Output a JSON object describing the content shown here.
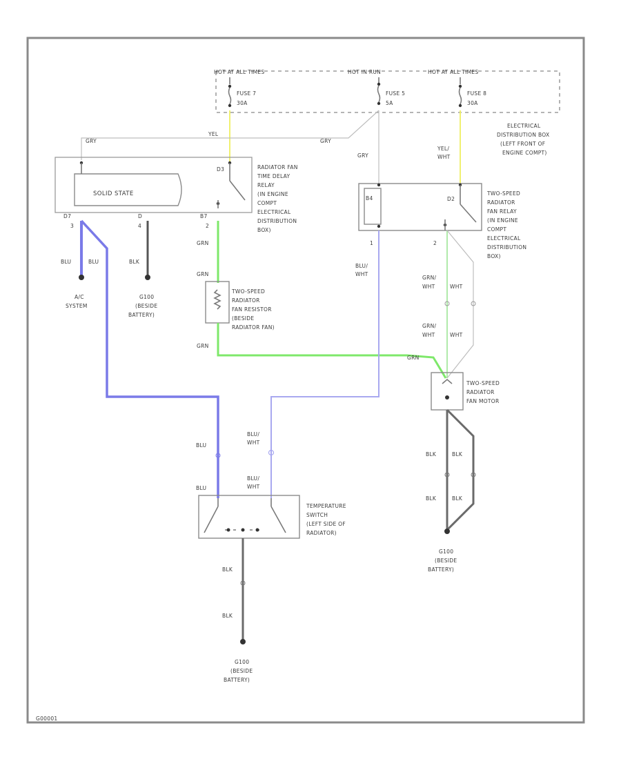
{
  "fuses": {
    "bus_left": "HOT AT ALL TIMES",
    "bus_mid": "HOT IN RUN",
    "bus_right": "HOT AT ALL TIMES",
    "fuse7_name": "FUSE 7",
    "fuse7_amps": "30A",
    "fuse5_name": "FUSE 5",
    "fuse5_amps": "5A",
    "fuse8_name": "FUSE 8",
    "fuse8_amps": "30A",
    "edb_label": [
      "ELECTRICAL",
      "DISTRIBUTION BOX",
      "(LEFT FRONT OF",
      "ENGINE COMPT)"
    ]
  },
  "wire_colors": {
    "yel": "YEL",
    "gry": "GRY",
    "yel_wht": [
      "YEL/",
      "WHT"
    ],
    "blu": "BLU",
    "blu_wht": [
      "BLU/",
      "WHT"
    ],
    "grn": "GRN",
    "grn_wht": [
      "GRN/",
      "WHT"
    ],
    "blk": "BLK"
  },
  "components": {
    "solid_state": "SOLID STATE",
    "delay_relay": [
      "RADIATOR FAN",
      "TIME DELAY",
      "RELAY",
      "(IN ENGINE",
      "COMPT",
      "ELECTRICAL",
      "DISTRIBUTION",
      "BOX)"
    ],
    "two_speed_relay": [
      "TWO-SPEED",
      "RADIATOR",
      "FAN RELAY",
      "(IN ENGINE",
      "COMPT",
      "ELECTRICAL",
      "DISTRIBUTION",
      "BOX)"
    ],
    "fan_resistor": [
      "TWO-SPEED",
      "RADIATOR",
      "FAN RESISTOR",
      "(BESIDE",
      "RADIATOR FAN)"
    ],
    "fan_motor": [
      "TWO-SPEED",
      "RADIATOR",
      "FAN MOTOR"
    ],
    "temp_switch": [
      "TEMPERATURE",
      "SWITCH",
      "(LEFT SIDE OF",
      "RADIATOR)"
    ],
    "ac_system": [
      "A/C",
      "SYSTEM"
    ],
    "ground_g100_left": [
      "G100",
      "(BESIDE",
      "BATTERY)"
    ],
    "ground_g100_bottom": [
      "G100",
      "(BESIDE",
      "BATTERY)"
    ],
    "ground_g100_right": [
      "G100",
      "(BESIDE",
      "BATTERY)"
    ]
  },
  "pins": {
    "p_d7": "D7",
    "p_3": "3",
    "p_d_left": "D",
    "p_4": "4",
    "p_d3": "D3",
    "p_b7": "B7",
    "p_2a": "2",
    "p_b4": "B4",
    "p_1": "1",
    "p_d2": "D2",
    "p_2b": "2"
  },
  "footer_code": "G00001",
  "colors": {
    "blue_heavy": "#7a7ae8",
    "blue_thin": "#a8a8f0",
    "green": "#7ee86a",
    "yellow": "#f0f070",
    "wire": "#7a7a7a"
  }
}
